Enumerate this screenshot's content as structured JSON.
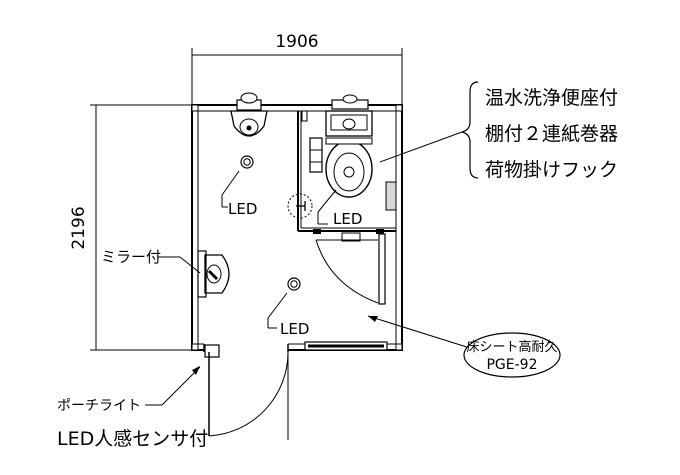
{
  "dimensions": {
    "width_label": "1906",
    "depth_label": "2196"
  },
  "annotations": {
    "led_upper": "LED",
    "led_center": "LED",
    "led_lower": "LED",
    "mirror": "ミラー付",
    "porch_light": "ポーチライト",
    "porch_light_note": "LED人感センサ付",
    "floor_sheet_line1": "床シート高耐久",
    "floor_sheet_line2": "PGE-92",
    "toilet_features": [
      "温水洗浄便座付",
      "棚付２連紙巻器",
      "荷物掛けフック"
    ]
  }
}
